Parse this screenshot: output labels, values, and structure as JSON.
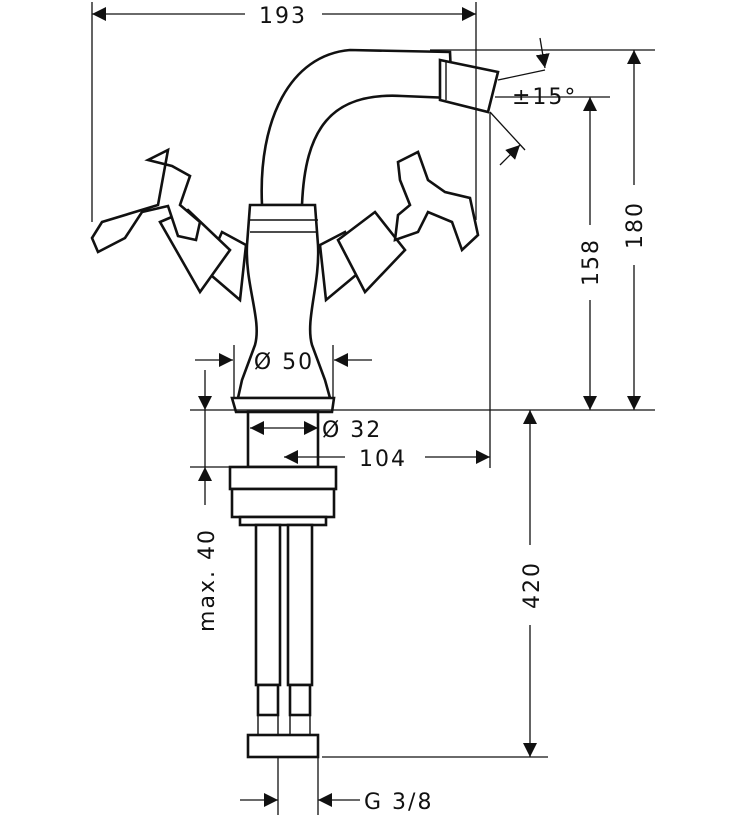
{
  "drawing": {
    "dimensions": {
      "overall_width": "193",
      "spout_angle": "±15°",
      "spout_height": "158",
      "total_height": "180",
      "base_diameter": "Ø 50",
      "shank_diameter": "Ø 32",
      "spout_reach": "104",
      "max_deck_thickness": "max. 40",
      "hose_length": "420",
      "connection_thread": "G 3/8"
    }
  }
}
